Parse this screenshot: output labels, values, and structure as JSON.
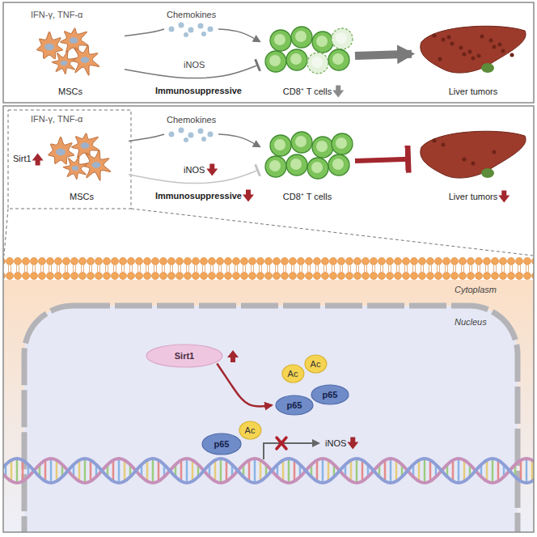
{
  "diagram": {
    "nodes": [
      {
        "text": [
          "MSCs"
        ]
      },
      {
        "text": [
          "CD8⁺ T cells"
        ]
      },
      {
        "text": [
          "Liver tumors"
        ]
      },
      {
        "text": [
          "MSCs"
        ]
      },
      {
        "text": [
          "CD8⁺ T cells"
        ]
      },
      {
        "text": [
          "Liver tumors"
        ]
      },
      {
        "text": [
          "Sirt1"
        ]
      },
      {
        "text": [
          "Ac"
        ]
      },
      {
        "text": [
          "Ac"
        ]
      },
      {
        "text": [
          "p65"
        ]
      },
      {
        "text": [
          "p65"
        ]
      },
      {
        "text": [
          "p65"
        ]
      },
      {
        "text": [
          "Ac"
        ]
      }
    ],
    "edges": [
      {
        "from": 0,
        "to": 1,
        "arrow": "to",
        "label": "Chemokines"
      },
      {
        "from": 0,
        "to": 1,
        "arrow": "to",
        "label": "iNOS"
      },
      {
        "from": 1,
        "to": 2,
        "arrow": "to"
      },
      {
        "from": 3,
        "to": 4,
        "arrow": "to",
        "label": "Chemokines"
      },
      {
        "from": 3,
        "to": 4,
        "arrow": "to",
        "label": "iNOS"
      },
      {
        "from": 4,
        "to": 5,
        "arrow": "to"
      },
      {
        "from": 6,
        "to": 9,
        "arrow": "to"
      }
    ],
    "labels": [
      "IFN-γ, TNF-α",
      "Immunosuppressive",
      "IFN-γ, TNF-α",
      "Sirt1",
      "Immunosuppressive",
      "Cytoplasm",
      "Nucleus",
      "iNOS"
    ]
  }
}
